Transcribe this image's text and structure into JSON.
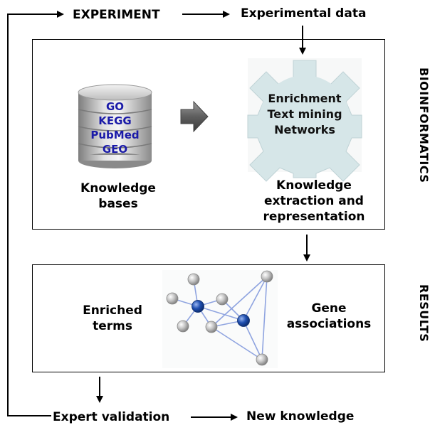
{
  "top": {
    "experiment": "EXPERIMENT",
    "experimental_data": "Experimental data"
  },
  "bioinformatics": {
    "side_label": "BIOINFORMATICS",
    "databases": [
      "GO",
      "KEGG",
      "PubMed",
      "GEO"
    ],
    "knowledge_bases": [
      "Knowledge",
      "bases"
    ],
    "gear_items": [
      "Enrichment",
      "Text mining",
      "Networks"
    ],
    "extraction": [
      "Knowledge",
      "extraction and",
      "representation"
    ]
  },
  "results": {
    "side_label": "RESULTS",
    "enriched_terms": [
      "Enriched",
      "terms"
    ],
    "gene_associations": [
      "Gene",
      "associations"
    ]
  },
  "bottom": {
    "expert_validation": "Expert validation",
    "new_knowledge": "New knowledge"
  },
  "colors": {
    "database_text": "#1a1aa8",
    "gear_fill": "#d6e6e8",
    "node_blue": "#1f4fb0",
    "node_gray": "#b8b8b8",
    "edge": "#8fa4e0"
  }
}
